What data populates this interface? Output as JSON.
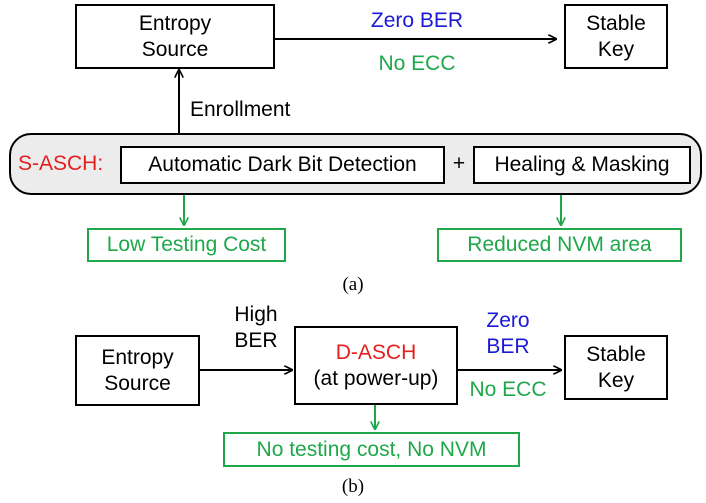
{
  "colors": {
    "blue": "#1a1ad6",
    "green": "#1fa84a",
    "red": "#e41e1e",
    "black": "#000000",
    "panel_fill": "#ececec"
  },
  "part_a": {
    "entropy_source": [
      "Entropy",
      "Source"
    ],
    "stable_key": [
      "Stable",
      "Key"
    ],
    "arrow_top_label": "Zero BER",
    "arrow_bottom_label": "No ECC",
    "enrollment_label": "Enrollment",
    "scheme_label": "S-ASCH:",
    "detection_box": "Automatic Dark Bit Detection",
    "plus": "+",
    "healing_box": "Healing & Masking",
    "benefit_left": "Low Testing Cost",
    "benefit_right": "Reduced NVM area",
    "caption": "(a)"
  },
  "part_b": {
    "entropy_source": [
      "Entropy",
      "Source"
    ],
    "input_label": [
      "High",
      "BER"
    ],
    "scheme_title": "D-ASCH",
    "scheme_subtitle": "(at power-up)",
    "output_top_label": [
      "Zero",
      "BER"
    ],
    "output_bottom_label": "No ECC",
    "stable_key": [
      "Stable",
      "Key"
    ],
    "benefit": "No testing cost, No NVM",
    "caption": "(b)"
  }
}
